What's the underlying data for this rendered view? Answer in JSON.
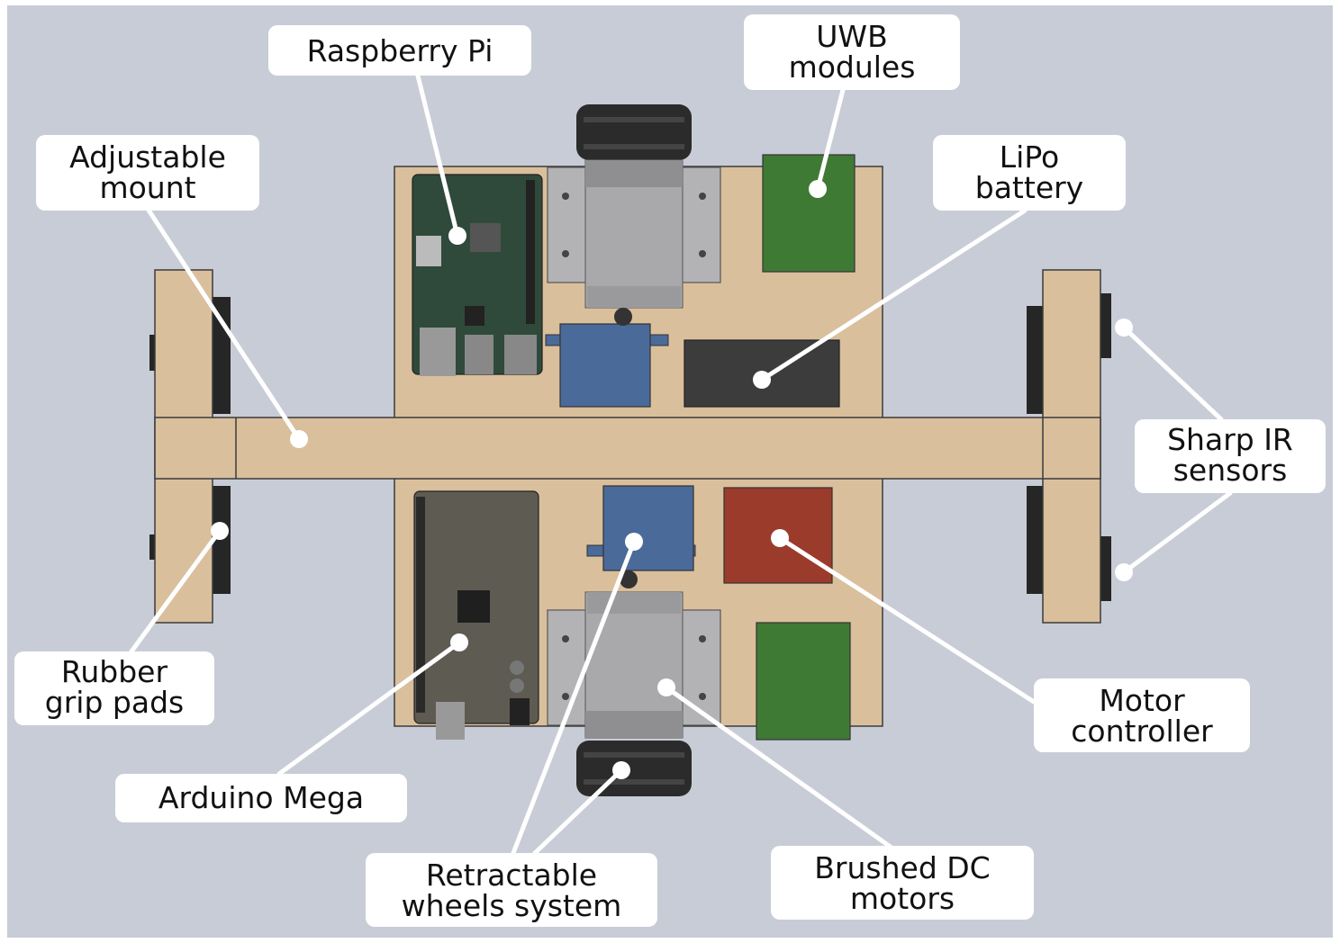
{
  "diagram": {
    "background_color": "#c8ccd6",
    "labels": {
      "raspberry_pi": "Raspberry Pi",
      "uwb_modules": [
        "UWB",
        "modules"
      ],
      "adjustable_mount": [
        "Adjustable",
        "mount"
      ],
      "lipo_battery": [
        "LiPo",
        "battery"
      ],
      "sharp_ir_sensors": [
        "Sharp IR",
        "sensors"
      ],
      "rubber_grip_pads": [
        "Rubber",
        "grip pads"
      ],
      "motor_controller": [
        "Motor",
        "controller"
      ],
      "arduino_mega": "Arduino Mega",
      "retractable_wheels_system": [
        "Retractable",
        "wheels system"
      ],
      "brushed_dc_motors": [
        "Brushed DC",
        "motors"
      ]
    },
    "colors": {
      "wood": "#d9bf9c",
      "pcb_green": "#2f4a3a",
      "arduino_board": "#5e5b52",
      "servo_blue": "#4a6a9a",
      "uwb_green": "#3f7a35",
      "lipo_dark": "#3c3c3c",
      "motor_controller_red": "#9b3b2c",
      "motor_silver": "#a9a9ab",
      "wheel_black": "#2b2b2b",
      "bracket_gray": "#b3b3b6"
    }
  }
}
